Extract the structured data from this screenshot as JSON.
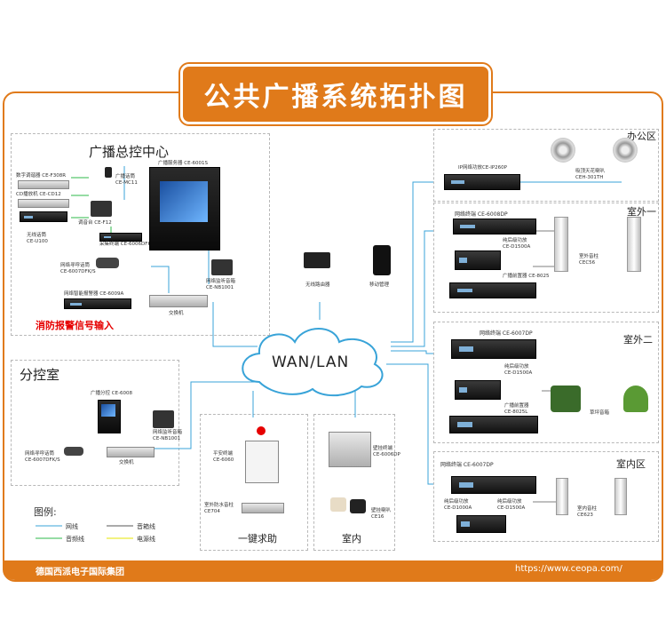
{
  "title": "公共广播系统拓扑图",
  "footer": {
    "company": "德国西派电子国际集团",
    "url": "https://www.ceopa.com/"
  },
  "cloud": {
    "label": "WAN/LAN"
  },
  "center": {
    "title": "广播总控中心",
    "alarm": "消防报警信号输入",
    "devices": {
      "server": "广播服务器 CE-6001S",
      "mic": "广播话筒\nCE-MC11",
      "digital_tuner": "数字调谐器 CE-F308R",
      "cd": "CD播放机 CE-CD12",
      "wireless_mic": "无线话筒\nCE-U100",
      "mixer": "调音台 CE-F12",
      "collector": "采集终端 CE-6006DFK",
      "paging": "网络寻呼话筒\nCE-6007DFK/S",
      "alarm_unit": "网络智能报警器 CE-6009A",
      "monitor": "网络监听音箱\nCE-NB1001",
      "switch": "交换机"
    }
  },
  "sub": {
    "title": "分控室",
    "devices": {
      "pc": "广播分控 CE-6008",
      "paging": "网络寻呼话筒\nCE-6007DFK/S",
      "monitor": "网络监听音箱\nCE-NB1001",
      "switch": "交换机"
    }
  },
  "router": "无线路由器",
  "mobile": "移动管理",
  "emergency": {
    "title": "一键求助",
    "terminal": "平安终端\nCE-6060",
    "speaker": "室外防水音柱\nCE704"
  },
  "indoor_small": {
    "title": "室内",
    "terminal": "壁挂终端\nCE-6006DP",
    "speaker": "壁挂喇叭\nCE16"
  },
  "office": {
    "title": "办公区",
    "amp": "IP网络功放CE-IP260P",
    "speaker": "吸顶天花喇叭\nCEH-301TH"
  },
  "outdoor1": {
    "title": "室外一",
    "terminal": "网络终端 CE-6008DP",
    "amp": "纯后级功放\nCE-D1500A",
    "pa": "广播前置器\nCE-8025",
    "column": "室外音柱\nCEC56"
  },
  "outdoor2": {
    "title": "室外二",
    "terminal": "网络终端 CE-6007DP",
    "amp": "纯后级功放\nCE-D1500A",
    "pa": "广播前置器\nCE-8025L",
    "lawn": "草坪音箱"
  },
  "indoor": {
    "title": "室内区",
    "terminal": "网络终端 CE-6007DP",
    "amp1": "纯后级功放\nCE-D1000A",
    "amp2": "纯后级功放\nCE-D1500A",
    "column": "室内音柱\nCE623"
  },
  "legend": {
    "title": "图例:",
    "net": "网线",
    "audio": "音频线",
    "speaker_line": "音箱线",
    "power": "电源线"
  },
  "colors": {
    "orange": "#e07a1a",
    "net_line": "#38a3d8",
    "audio_line": "#2eb84a",
    "speaker_line": "#555555",
    "power_line": "#e6e600",
    "alarm": "#e60000"
  }
}
